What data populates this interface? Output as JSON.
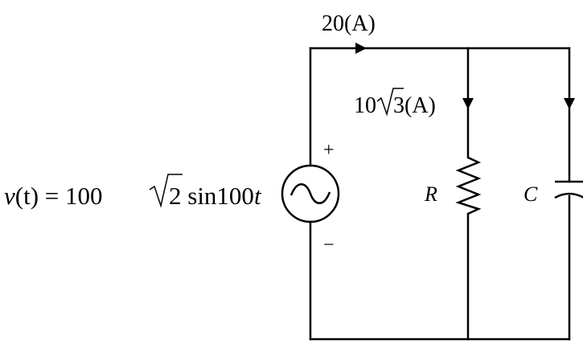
{
  "labels": {
    "total_current": "20(A)",
    "resistor_current_prefix": "10",
    "resistor_current_radicand": "3",
    "resistor_current_suffix": "(A)",
    "plus": "+",
    "minus": "−",
    "resistor": "R",
    "capacitor": "C",
    "source_prefix_v": "v",
    "source_prefix_t": "(t)",
    "source_equals": " = 100",
    "source_radicand": "2",
    "source_sin": " sin100",
    "source_t": "t"
  }
}
